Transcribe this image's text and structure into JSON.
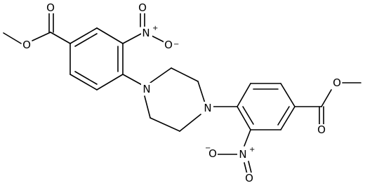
{
  "structure": {
    "kind": "skeletal-formula",
    "atoms": {
      "ester_left_O_carbonyl": "O",
      "ester_left_O_methoxy": "O",
      "nitro_left_N": "N",
      "nitro_left_O_top": "O",
      "nitro_left_O_minus": "O",
      "ring_N_left": "N",
      "ring_N_right": "N",
      "ester_right_O_methoxy": "O",
      "ester_right_O_carbonyl": "O",
      "nitro_right_N": "N",
      "nitro_right_O_plain": "O",
      "nitro_right_O_minus": "O"
    },
    "charges": {
      "nitro_left_N_plus": "+",
      "nitro_left_O_minus": "−",
      "nitro_right_N_plus": "+",
      "nitro_right_O_minus": "−"
    }
  }
}
